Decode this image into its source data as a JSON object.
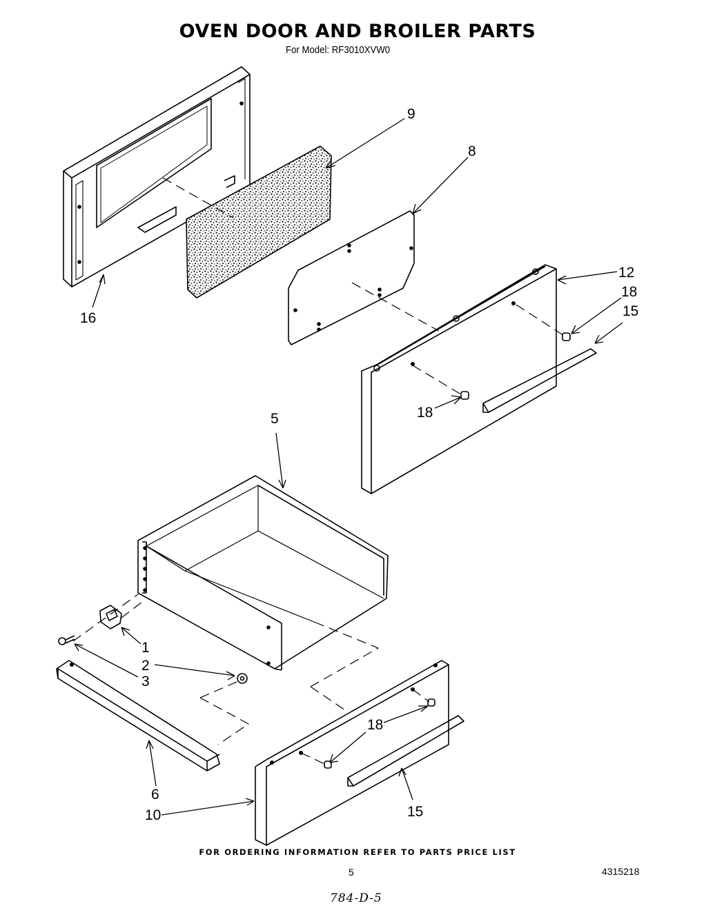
{
  "header": {
    "title": "OVEN DOOR AND BROILER PARTS",
    "subtitle": "For Model: RF3010XVW0"
  },
  "callouts": {
    "c1": "1",
    "c2": "2",
    "c3": "3",
    "c5": "5",
    "c6": "6",
    "c8": "8",
    "c9": "9",
    "c10": "10",
    "c12": "12",
    "c15a": "15",
    "c15b": "15",
    "c16": "16",
    "c18a": "18",
    "c18b": "18",
    "c18c": "18"
  },
  "footer": {
    "note": "FOR ORDERING INFORMATION REFER TO PARTS PRICE LIST",
    "page_number": "5",
    "document_number": "4315218",
    "handwritten": "784-D-5"
  }
}
